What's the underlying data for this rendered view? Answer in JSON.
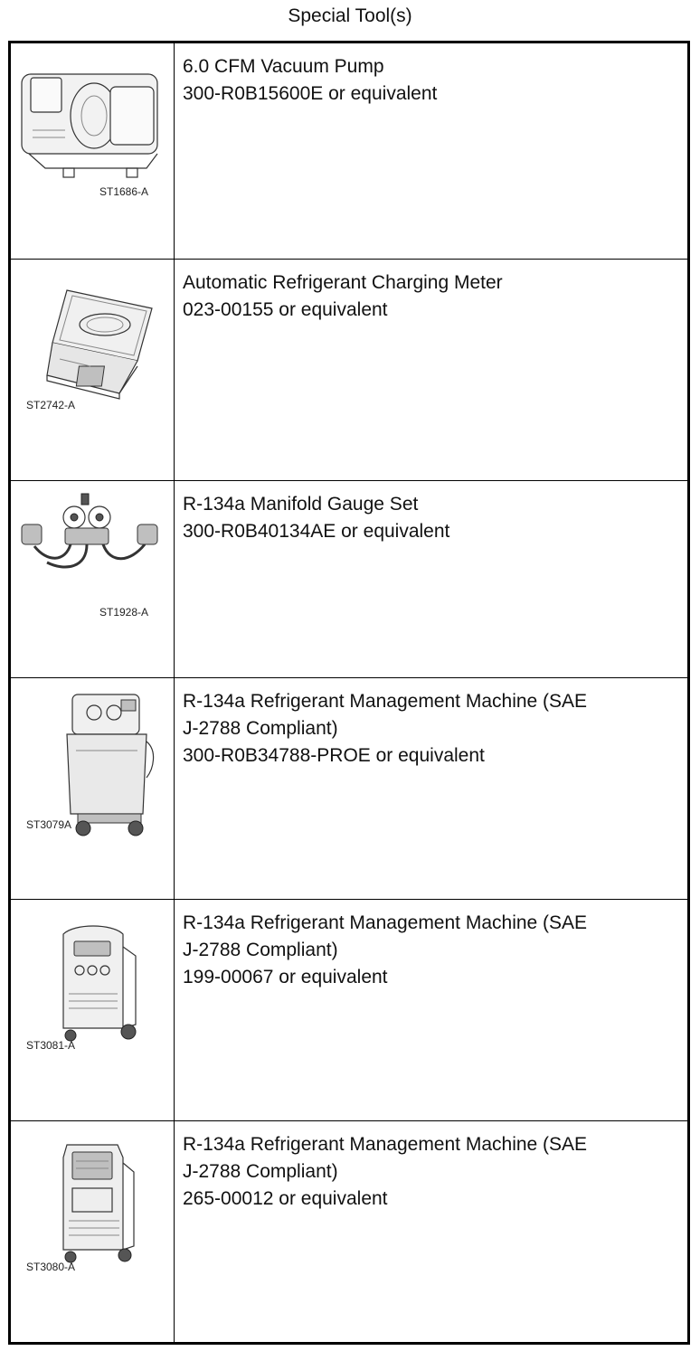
{
  "header": {
    "title": "Special Tool(s)"
  },
  "tools": [
    {
      "code": "ST1686-A",
      "name": "6.0 CFM Vacuum Pump",
      "part": "300-R0B15600E or equivalent"
    },
    {
      "code": "ST2742-A",
      "name": "Automatic Refrigerant Charging Meter",
      "part": "023-00155 or equivalent"
    },
    {
      "code": "ST1928-A",
      "name": "R-134a Manifold Gauge Set",
      "part": "300-R0B40134AE or equivalent"
    },
    {
      "code": "ST3079A",
      "name": "R-134a Refrigerant Management Machine (SAE",
      "name2": "J-2788 Compliant)",
      "part": "300-R0B34788-PROE or equivalent"
    },
    {
      "code": "ST3081-A",
      "name": "R-134a Refrigerant Management Machine (SAE",
      "name2": "J-2788 Compliant)",
      "part": "199-00067 or equivalent"
    },
    {
      "code": "ST3080-A",
      "name": "R-134a Refrigerant Management Machine (SAE",
      "name2": "J-2788 Compliant)",
      "part": "265-00012 or equivalent"
    }
  ]
}
